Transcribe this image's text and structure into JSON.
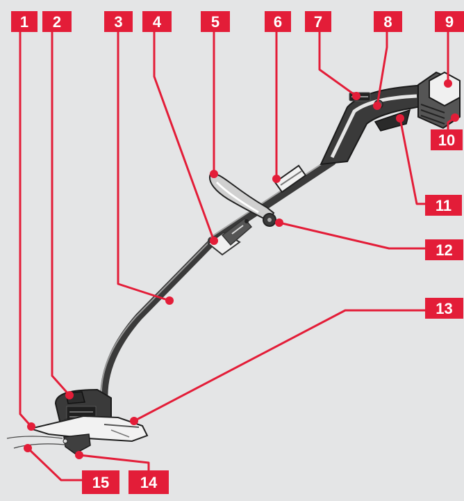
{
  "colors": {
    "background": "#e4e5e6",
    "callout": "#e31d38",
    "product_dark": "#4a4a4a",
    "product_light": "#f2f2f2"
  },
  "product": {
    "type": "cordless grass trimmer"
  },
  "callouts": [
    {
      "label": "1"
    },
    {
      "label": "2"
    },
    {
      "label": "3"
    },
    {
      "label": "4"
    },
    {
      "label": "5"
    },
    {
      "label": "6"
    },
    {
      "label": "7"
    },
    {
      "label": "8"
    },
    {
      "label": "9"
    },
    {
      "label": "10"
    },
    {
      "label": "11"
    },
    {
      "label": "12"
    },
    {
      "label": "13"
    },
    {
      "label": "14"
    },
    {
      "label": "15"
    }
  ]
}
